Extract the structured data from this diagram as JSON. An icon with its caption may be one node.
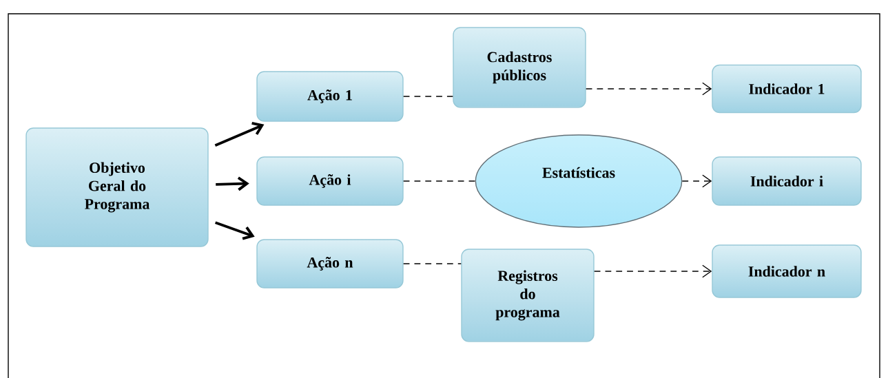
{
  "diagram": {
    "nodes": [
      {
        "text": [
          "Objetivo Geral do Programa"
        ]
      },
      {
        "text": [
          "Ação 1"
        ]
      },
      {
        "text": [
          "Ação i"
        ]
      },
      {
        "text": [
          "Ação n"
        ]
      },
      {
        "text": [
          "Cadastros públicos"
        ]
      },
      {
        "text": [
          "Estatísticas"
        ]
      },
      {
        "text": [
          "Registros do programa"
        ]
      },
      {
        "text": [
          "Indicador 1"
        ]
      },
      {
        "text": [
          "Indicador i"
        ]
      },
      {
        "text": [
          "Indicador n"
        ]
      }
    ],
    "edges": [
      {
        "from": 0,
        "to": 1,
        "arrow": "to",
        "style": "thick"
      },
      {
        "from": 0,
        "to": 2,
        "arrow": "to",
        "style": "thick"
      },
      {
        "from": 0,
        "to": 3,
        "arrow": "to",
        "style": "thick"
      },
      {
        "from": 1,
        "to": 4,
        "arrow": "none",
        "style": "dashed"
      },
      {
        "from": 4,
        "to": 7,
        "arrow": "to",
        "style": "dashed"
      },
      {
        "from": 2,
        "to": 5,
        "arrow": "none",
        "style": "dashed"
      },
      {
        "from": 5,
        "to": 8,
        "arrow": "to",
        "style": "dashed"
      },
      {
        "from": 3,
        "to": 6,
        "arrow": "none",
        "style": "dashed"
      },
      {
        "from": 6,
        "to": 9,
        "arrow": "to",
        "style": "dashed"
      }
    ]
  }
}
